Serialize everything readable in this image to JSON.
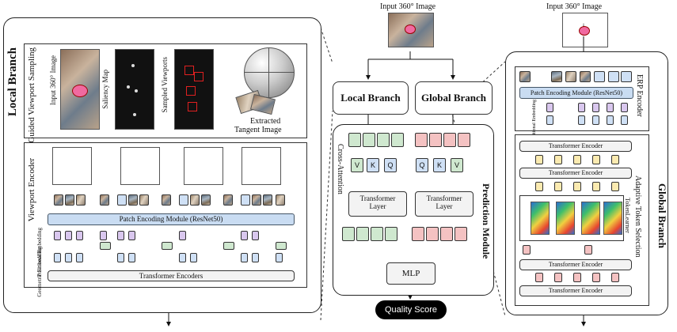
{
  "local_branch": {
    "title": "Local Branch",
    "saliency_panel_title": "Saliency-Guided Viewport Sampling",
    "input_label": "Input 360° Image",
    "saliency_map_label": "Saliency Map",
    "sampled_viewports_label": "Sampled Viewports",
    "extracted_label_1": "Extracted",
    "extracted_label_2": "Tangent Image",
    "viewport_encoder_label": "Viewport Encoder",
    "patch_encoding": "Patch Encoding Module (ResNet50)",
    "positional_embedding": "Positional Embedding",
    "geometric_embedding": "Geometric Embedding",
    "transformer_encoders": "Transformer Encoders"
  },
  "center": {
    "input_label": "Input 360° Image",
    "local_box": "Local Branch",
    "global_box": "Global Branch",
    "cross_attention": "Cross-Attention",
    "v": "V",
    "k": "K",
    "q": "Q",
    "transformer_layer_1": "Transformer",
    "transformer_layer_2": "Layer",
    "prediction_module": "Prediction Module",
    "mlp": "MLP",
    "quality_score": "Quality Score"
  },
  "global_branch": {
    "title": "Global Branch",
    "input_label": "Input 360° Image",
    "erp_encoder": "ERP Encoder",
    "patch_encoding": "Patch Encoding Module (ResNet50)",
    "positional_embedding": "Positional Embedding",
    "transformer_encoder": "Transformer Encoder",
    "adaptive_token_selection": "Adaptive Token Selection",
    "token_learner": "TokenLearner"
  }
}
